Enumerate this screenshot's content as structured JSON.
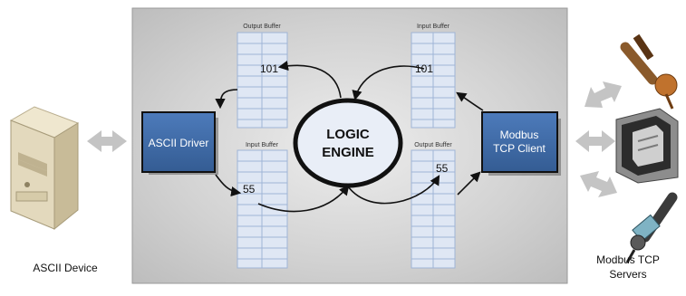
{
  "left_device": {
    "label": "ASCII Device"
  },
  "right_devices": {
    "label_line1": "Modbus TCP",
    "label_line2": "Servers"
  },
  "ascii_driver": {
    "label": "ASCII Driver"
  },
  "modbus_client": {
    "label_line1": "Modbus",
    "label_line2": "TCP Client"
  },
  "logic_engine": {
    "line1": "LOGIC",
    "line2": "ENGINE"
  },
  "buffers": {
    "left_top": {
      "title": "Output Buffer",
      "value": "101"
    },
    "left_bottom": {
      "title": "Input Buffer",
      "value": "55"
    },
    "right_top": {
      "title": "Input Buffer",
      "value": "101"
    },
    "right_bottom": {
      "title": "Output Buffer",
      "value": "55"
    }
  },
  "colors": {
    "panel": "#c9c9c9",
    "box_blue": "#3f6aa5",
    "grid_blue": "#dfe7f4",
    "grid_line": "#9fb4d6"
  }
}
